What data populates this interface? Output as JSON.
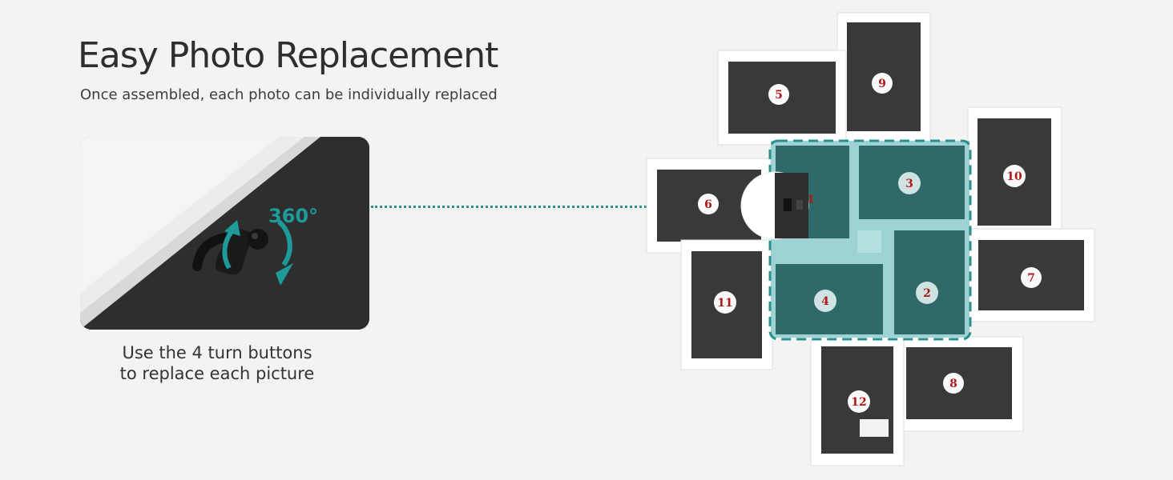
{
  "title": "Easy Photo Replacement",
  "subtitle": "Once assembled, each photo can be individually replaced",
  "detail": {
    "rotation_label": "360°"
  },
  "caption": {
    "line1": "Use the 4 turn buttons",
    "line2": "to replace each picture"
  },
  "frames": {
    "f1": "1",
    "f2": "2",
    "f3": "3",
    "f4": "4",
    "f5": "5",
    "f6": "6",
    "f7": "7",
    "f8": "8",
    "f9": "9",
    "f10": "10",
    "f11": "11",
    "f12": "12"
  },
  "colors": {
    "accent": "#2a8f8f",
    "highlight_fill": "#2f6a6a",
    "frame_white": "#ffffff",
    "backing": "#3a3a3a",
    "number_red": "#b01818"
  }
}
